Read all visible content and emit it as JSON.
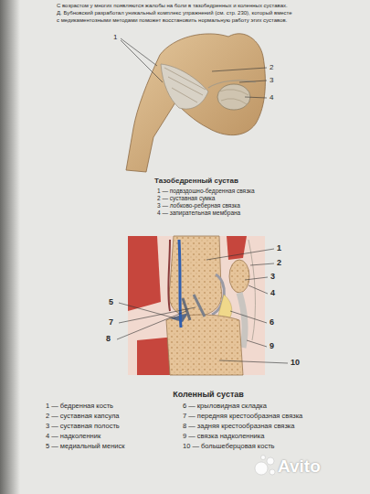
{
  "diagram": {
    "labels": [
      "С возрастом у многих появляются жалобы на боли в тазобедренных и коленных суставах.",
      "Д. Бубновский разработал уникальный комплекс упражнений (см. стр. 230), который вместе",
      "с медикаментозными методами поможет восстановить нормальную работу этих суставов.",
      "1",
      "2",
      "3",
      "4",
      "Тазобедренный сустав",
      "1 — подвздошно-бедренная связка",
      "2 — суставная сумка",
      "3 — лобково-реберная связка",
      "4 — запирательная мембрана",
      "1",
      "2",
      "3",
      "4",
      "5",
      "6",
      "7",
      "8",
      "9",
      "10",
      "Коленный сустав",
      "1 — бедренная кость",
      "2 — суставная капсула",
      "3 — суставная полость",
      "4 — надколенник",
      "5 — медиальный мениск",
      "6 — крыловидная складка",
      "7 — передняя крестообразная связка",
      "8 — задняя крестообразная связка",
      "9 — связка надколенника",
      "10 — большеберцовая кость",
      "Avito"
    ]
  }
}
